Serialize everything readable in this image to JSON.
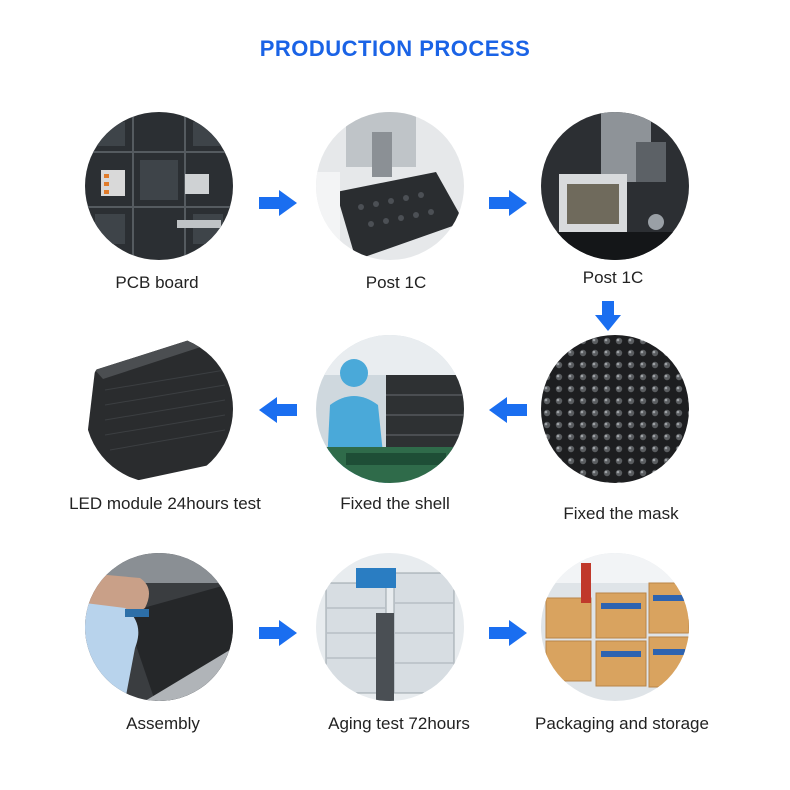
{
  "title": "PRODUCTION PROCESS",
  "accent_color": "#1a63e6",
  "arrow_color": "#1a6ef0",
  "steps": [
    {
      "label": "PCB board",
      "icon": "pcb-board-photo"
    },
    {
      "label": "Post 1C",
      "icon": "smt-machine-photo"
    },
    {
      "label": "Post 1C",
      "icon": "inspection-machine-photo"
    },
    {
      "label": "Fixed the mask",
      "icon": "led-mask-photo"
    },
    {
      "label": "Fixed the shell",
      "icon": "worker-assembly-photo"
    },
    {
      "label": "LED module 24hours test",
      "icon": "led-module-photo"
    },
    {
      "label": "Assembly",
      "icon": "assembly-photo"
    },
    {
      "label": "Aging test 72hours",
      "icon": "aging-rack-photo"
    },
    {
      "label": "Packaging and storage",
      "icon": "packaging-boxes-photo"
    }
  ]
}
